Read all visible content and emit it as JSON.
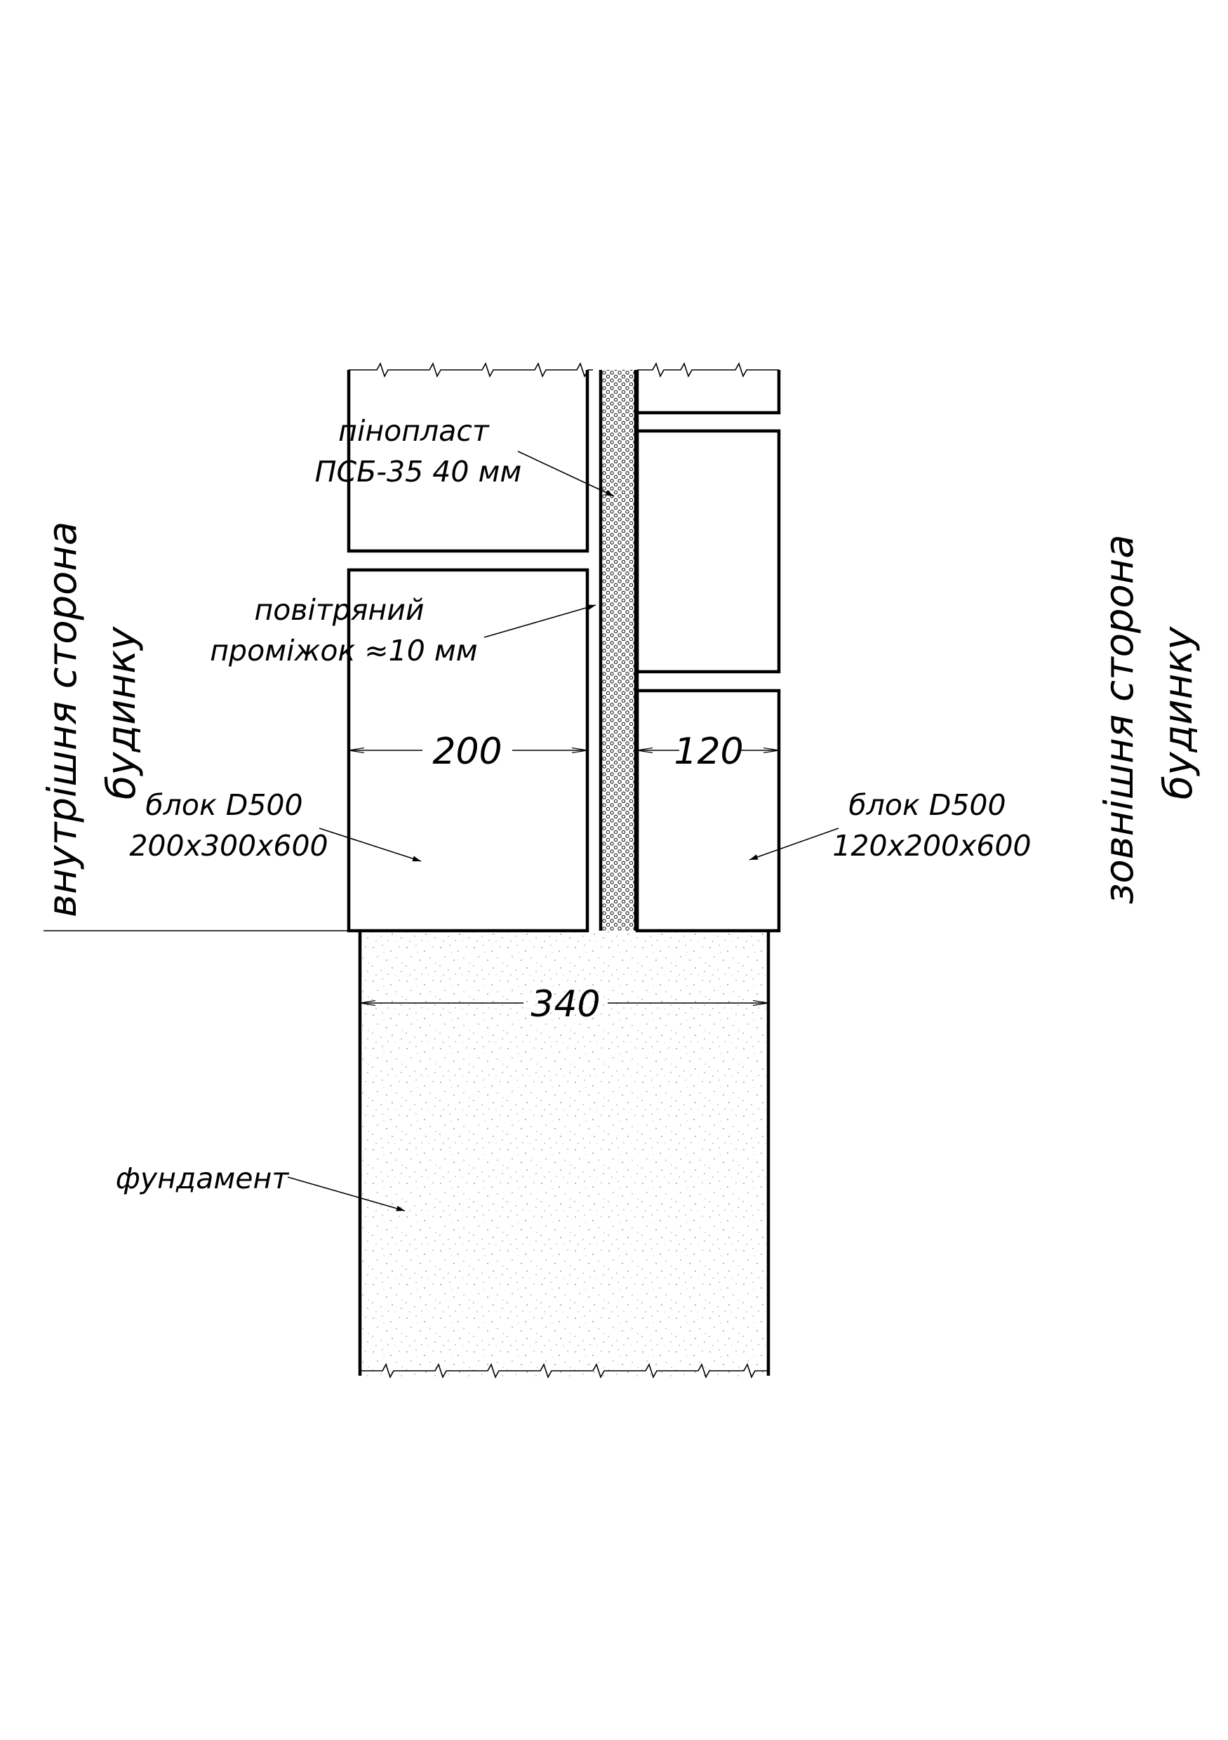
{
  "labels": {
    "inner_side": [
      "внутрішня сторона",
      "будинку"
    ],
    "outer_side": [
      "зовнішня сторона",
      "будинку"
    ],
    "foam": [
      "пінопласт",
      "ПСБ-35 40 мм"
    ],
    "air_gap": [
      "повітряний",
      "проміжок ≈10 мм"
    ],
    "block_inner": [
      "блок D500",
      "200x300x600"
    ],
    "block_outer": [
      "блок D500",
      "120x200x600"
    ],
    "foundation": "фундамент"
  },
  "dimensions": {
    "inner_block_width": "200",
    "outer_block_width": "120",
    "foundation_width": "340"
  },
  "colors": {
    "line": "#000000",
    "background": "#ffffff",
    "hatch": "#9a9a9a"
  }
}
